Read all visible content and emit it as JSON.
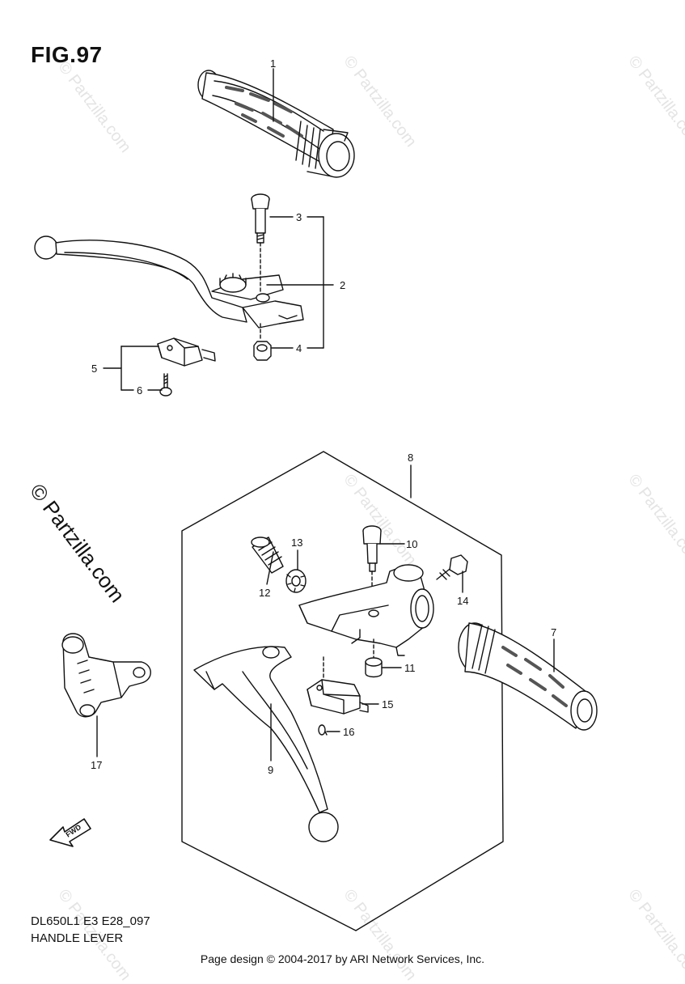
{
  "figure": {
    "title": "FIG.97",
    "model_code": "DL650L1 E3 E28_097",
    "section_name": "HANDLE LEVER",
    "footer": "Page design © 2004-2017 by ARI Network Services, Inc.",
    "brand_mark": "© Partzilla.com",
    "watermark_text": "© Partzilla.com",
    "fwd_label": "FWD"
  },
  "callouts": [
    "1",
    "2",
    "3",
    "4",
    "5",
    "6",
    "7",
    "8",
    "9",
    "10",
    "11",
    "12",
    "13",
    "14",
    "15",
    "16",
    "17"
  ],
  "colors": {
    "line": "#111111",
    "background": "#ffffff",
    "watermark": "#e4e4e4"
  }
}
